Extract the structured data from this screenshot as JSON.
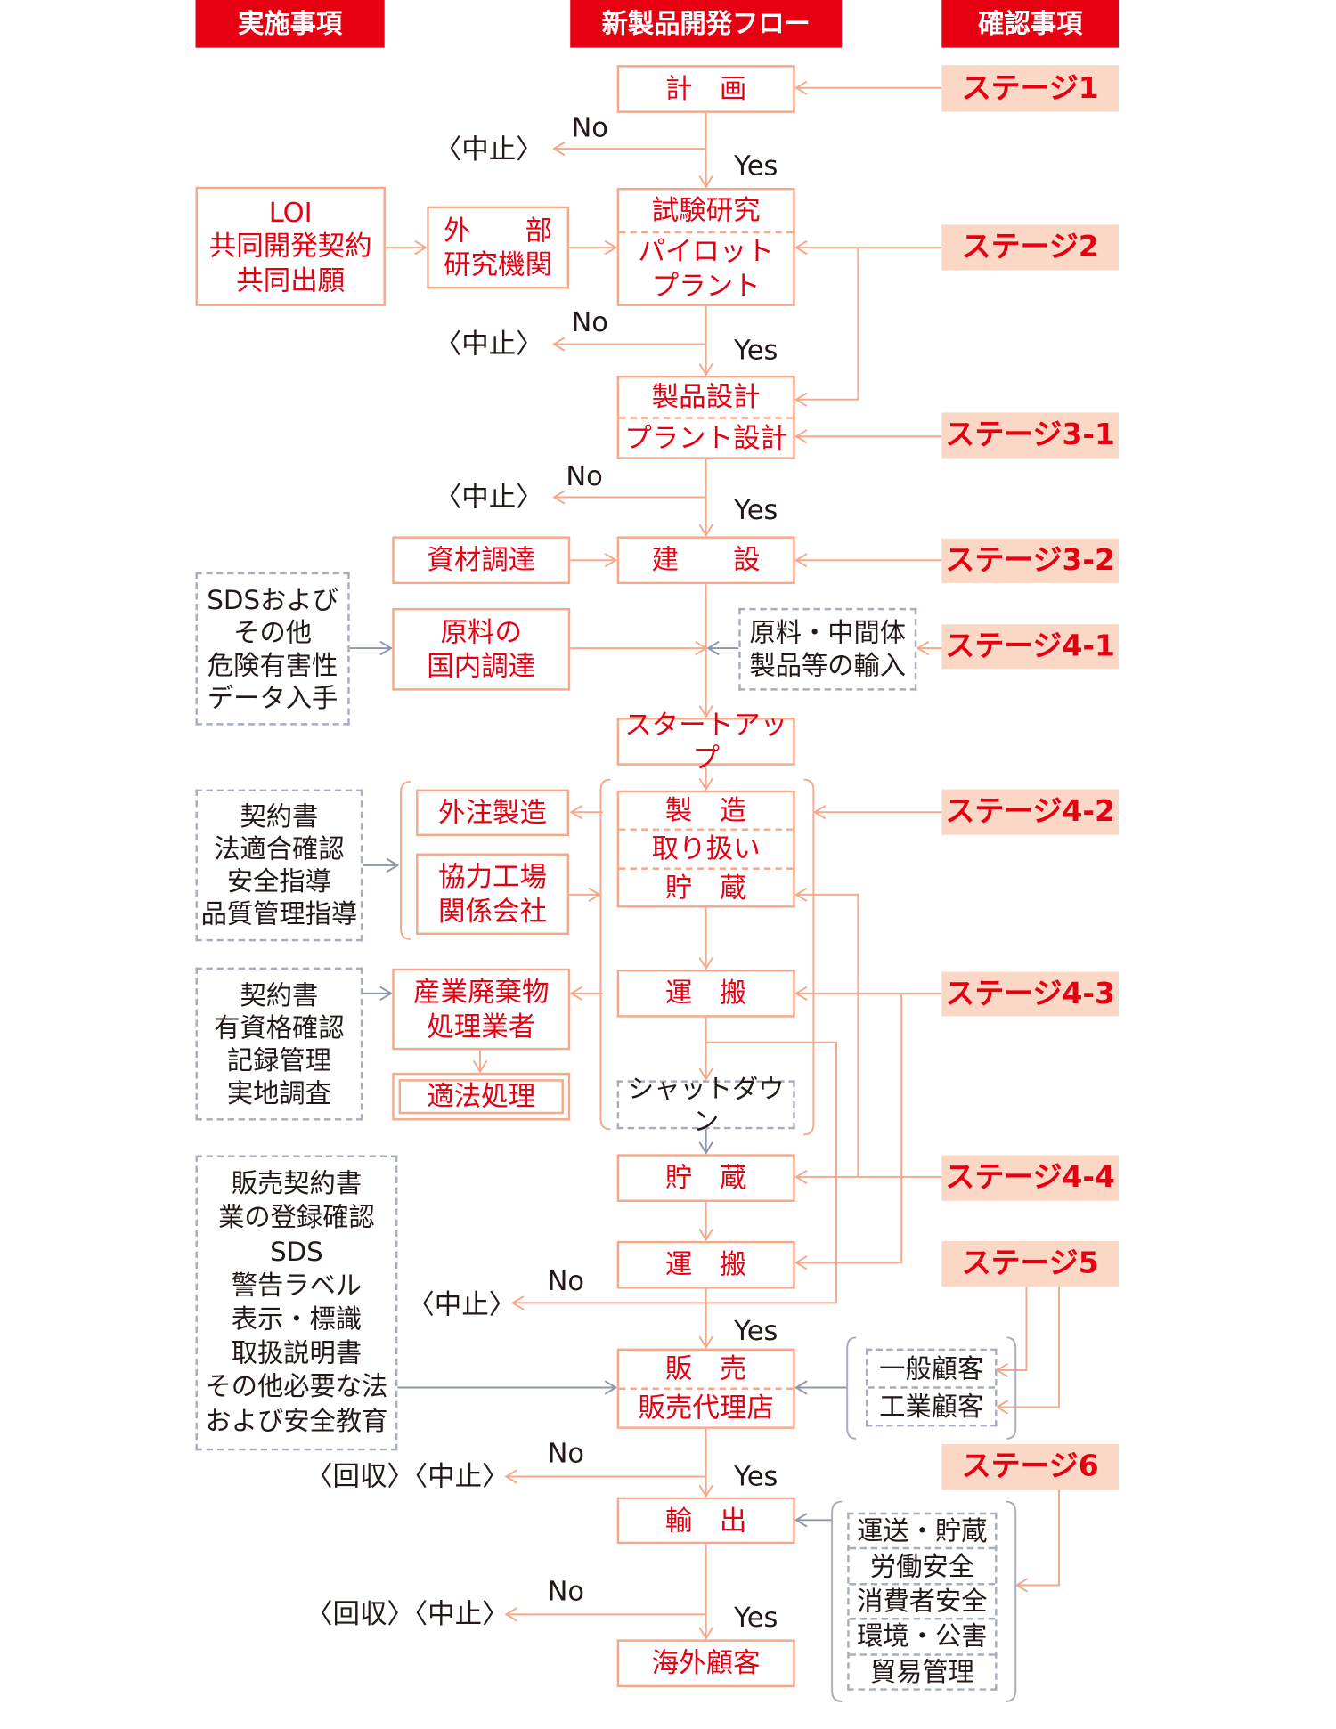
{
  "headers": {
    "left": "実施事項",
    "center": "新製品開発フロー",
    "right": "確認事項"
  },
  "stages": [
    "ステージ1",
    "ステージ2",
    "ステージ3-1",
    "ステージ3-2",
    "ステージ4-1",
    "ステージ4-2",
    "ステージ4-3",
    "ステージ4-4",
    "ステージ5",
    "ステージ6"
  ],
  "flow": {
    "plan": "計　画",
    "research": "試験研究",
    "pilot": "パイロット\nプラント",
    "product_design": "製品設計",
    "plant_design": "プラント設計",
    "construction": "建　　設",
    "startup": "スタートアップ",
    "manufacture": "製　造",
    "handling": "取り扱い",
    "storage1": "貯　蔵",
    "transport1": "運　搬",
    "shutdown": "シャットダウン",
    "storage2": "貯　蔵",
    "transport2": "運　搬",
    "sales": "販　売",
    "agent": "販売代理店",
    "export": "輸　出",
    "overseas": "海外顧客"
  },
  "side": {
    "loi": "LOI\n共同開発契約\n共同出願",
    "external": "外　　部\n研究機関",
    "materials": "資材調達",
    "sds": "SDSおよび\nその他\n危険有害性\nデータ入手",
    "domestic": "原料の\n国内調達",
    "import": "原料・中間体\n製品等の輸入",
    "contract1": "契約書\n法適合確認\n安全指導\n品質管理指導",
    "outsourced": "外注製造",
    "partner": "協力工場\n関係会社",
    "contract2": "契約書\n有資格確認\n記録管理\n実地調査",
    "waste": "産業廃棄物\n処理業者",
    "proper": "適法処理",
    "sales_req": "販売契約書\n業の登録確認\nSDS\n警告ラベル\n表示・標識\n取扱説明書\nその他必要な法\nおよび安全教育",
    "customers": [
      "一般顧客",
      "工業顧客"
    ],
    "export_items": [
      "運送・貯蔵",
      "労働安全",
      "消費者安全",
      "環境・公害",
      "貿易管理"
    ]
  },
  "labels": {
    "no": "No",
    "yes": "Yes",
    "stop": "〈中止〉",
    "recall_stop": "〈回収〉〈中止〉"
  },
  "colors": {
    "red": "#e60012",
    "line": "#f4a98a",
    "stage_fill": "#fbd8c5",
    "gray": "#a6adbd"
  }
}
